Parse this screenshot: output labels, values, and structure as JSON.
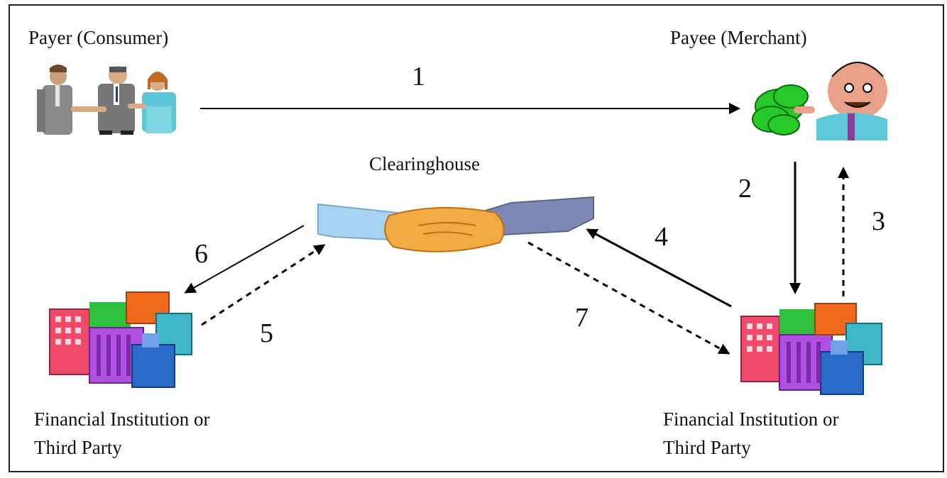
{
  "diagram": {
    "nodes": {
      "payer": {
        "label": "Payer (Consumer)",
        "icon": "people-shaking-hands-icon"
      },
      "payee": {
        "label": "Payee (Merchant)",
        "icon": "merchant-with-money-icon"
      },
      "clearinghouse": {
        "label": "Clearinghouse",
        "icon": "handshake-icon"
      },
      "fi_left": {
        "label_line1": "Financial Institution or",
        "label_line2": "Third Party",
        "icon": "office-buildings-icon"
      },
      "fi_right": {
        "label_line1": "Financial Institution or",
        "label_line2": "Third Party",
        "icon": "office-buildings-icon"
      }
    },
    "edges": [
      {
        "label": "1",
        "from": "payer",
        "to": "payee",
        "style": "solid"
      },
      {
        "label": "2",
        "from": "payee",
        "to": "fi_right",
        "style": "solid"
      },
      {
        "label": "3",
        "from": "fi_right",
        "to": "payee",
        "style": "dashed"
      },
      {
        "label": "4",
        "from": "fi_right",
        "to": "clearinghouse",
        "style": "solid"
      },
      {
        "label": "5",
        "from": "fi_left",
        "to": "clearinghouse",
        "style": "dashed"
      },
      {
        "label": "6",
        "from": "clearinghouse",
        "to": "fi_left",
        "style": "solid"
      },
      {
        "label": "7",
        "from": "clearinghouse",
        "to": "fi_right",
        "style": "dashed"
      }
    ]
  }
}
